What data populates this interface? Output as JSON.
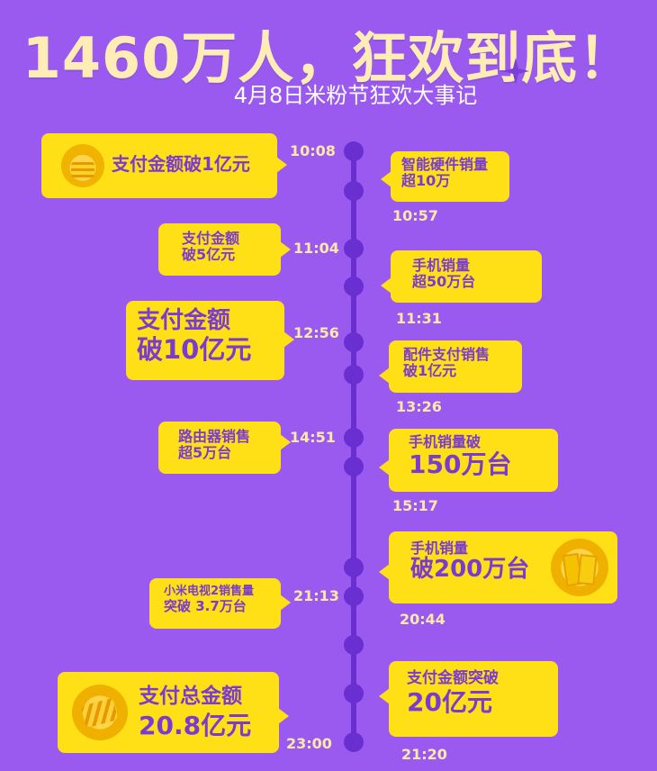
{
  "header": {
    "title": "1460万人，狂欢到底！",
    "subtitle": "4月8日米粉节狂欢大事记"
  },
  "colors": {
    "background": "#9a5af0",
    "timeline": "#6a2fd0",
    "card": "#ffe016",
    "card_text": "#7a3bd0",
    "time_text": "#ffe9a8",
    "title_text": "#ffedb5"
  },
  "events": [
    {
      "time": "10:08",
      "lines": [
        "支付金额破1亿元"
      ],
      "icon": "gold-coins-icon"
    },
    {
      "time": "10:57",
      "lines": [
        "智能硬件销量",
        "超10万"
      ]
    },
    {
      "time": "11:04",
      "lines": [
        "支付金额",
        "破5亿元"
      ]
    },
    {
      "time": "11:31",
      "lines": [
        "手机销量",
        "超50万台"
      ]
    },
    {
      "time": "12:56",
      "lines": [
        "支付金额",
        "破10亿元"
      ]
    },
    {
      "time": "13:26",
      "lines": [
        "配件支付销售",
        "破1亿元"
      ]
    },
    {
      "time": "14:51",
      "lines": [
        "路由器销售",
        "超5万台"
      ]
    },
    {
      "time": "15:17",
      "lines": [
        "手机销量破",
        "150万台"
      ]
    },
    {
      "time": "20:44",
      "lines": [
        "手机销量",
        "破200万台"
      ],
      "icon": "cards-icon"
    },
    {
      "time": "21:13",
      "lines": [
        "小米电视2销售量",
        "突破 3.7万台"
      ]
    },
    {
      "time": "21:20",
      "lines": [
        "支付金额突破",
        "20亿元"
      ]
    },
    {
      "time": "23:00",
      "lines": [
        "支付总金额",
        "20.8亿元"
      ],
      "icon": "money-icon"
    }
  ]
}
